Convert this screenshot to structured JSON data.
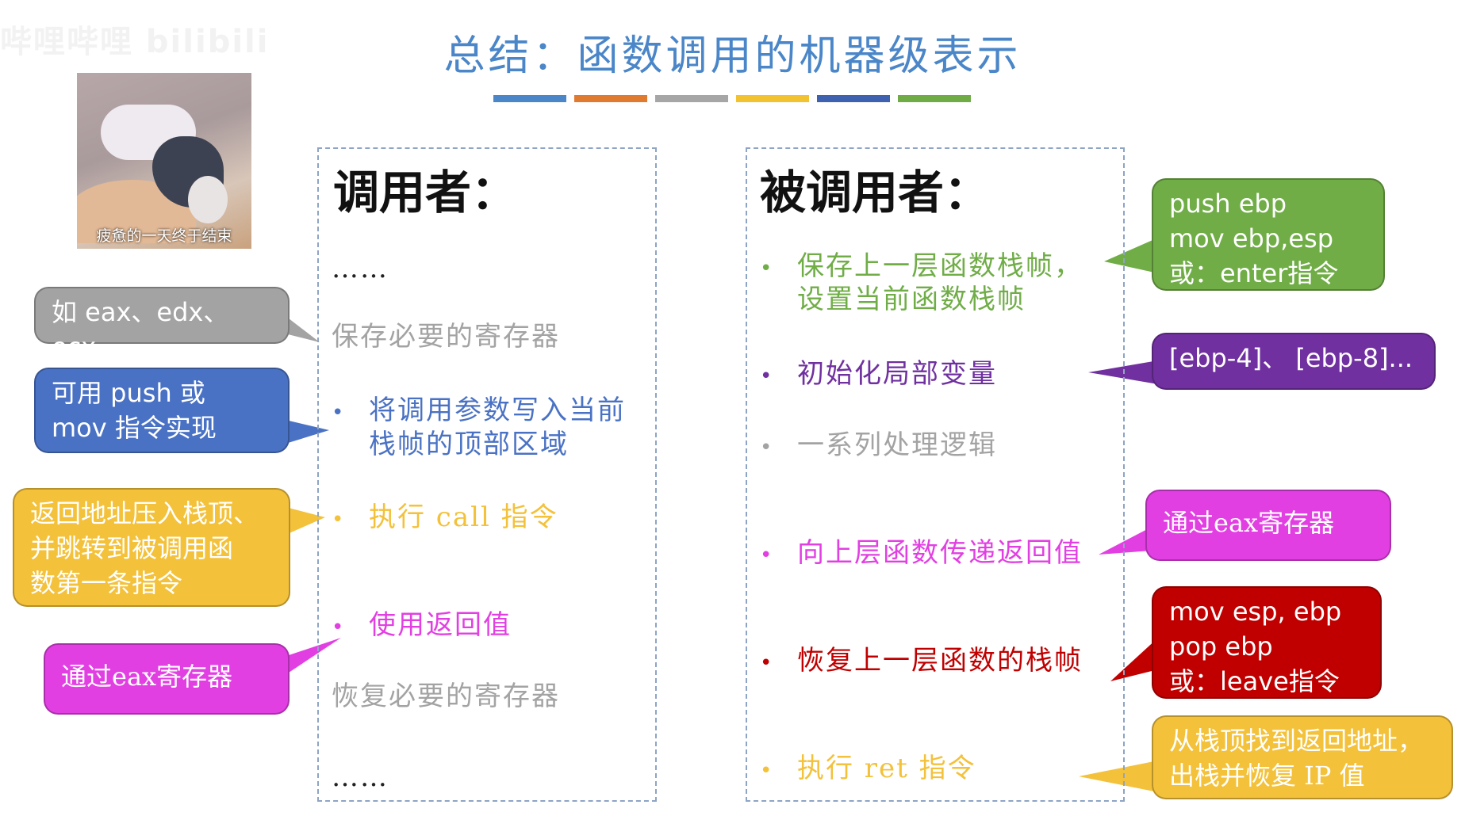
{
  "watermark": "哔哩哔哩 bilibili",
  "title": "总结：函数调用的机器级表示",
  "stripes": [
    "#4a86c8",
    "#e07a2f",
    "#a6a6a6",
    "#f2c230",
    "#3f62b0",
    "#6fac46"
  ],
  "meme": {
    "caption": "疲惫的一天终于结束"
  },
  "caller": {
    "heading": "调用者：",
    "ellipsis_top": "……",
    "save_regs": "保存必要的寄存器",
    "write_params_1": "将调用参数写入当前",
    "write_params_2": "栈帧的顶部区域",
    "exec_call": "执行 call 指令",
    "use_return": "使用返回值",
    "restore_regs": "恢复必要的寄存器",
    "ellipsis_bottom": "……"
  },
  "caller_notes": {
    "regs_example": "如 eax、edx、ecx",
    "push_mov_1": "可用 push 或",
    "push_mov_2": "mov 指令实现",
    "call_desc_1": "返回地址压入栈顶、",
    "call_desc_2": "并跳转到被调用函",
    "call_desc_3": "数第一条指令",
    "eax_return": "通过eax寄存器"
  },
  "callee": {
    "heading": "被调用者：",
    "save_frame_1": "保存上一层函数栈帧，",
    "save_frame_2": "设置当前函数栈帧",
    "init_locals": "初始化局部变量",
    "logic": "一系列处理逻辑",
    "pass_return": "向上层函数传递返回值",
    "restore_frame": "恢复上一层函数的栈帧",
    "exec_ret": "执行 ret 指令"
  },
  "callee_notes": {
    "enter_1": "push ebp",
    "enter_2": "mov ebp,esp",
    "enter_3": "或：enter指令",
    "locals": "[ebp-4]、 [ebp-8]...",
    "eax_return": "通过eax寄存器",
    "leave_1": "mov esp, ebp",
    "leave_2": "pop ebp",
    "leave_3": "或：leave指令",
    "ret_1": "从栈顶找到返回地址，",
    "ret_2": "出栈并恢复 IP 值"
  },
  "colors": {
    "gray": "#a3a3a3",
    "blue": "#4a72c4",
    "yellow": "#f3c13a",
    "magenta": "#e23fe3",
    "green": "#70ad47",
    "purple": "#7030a0",
    "red": "#c00000"
  }
}
